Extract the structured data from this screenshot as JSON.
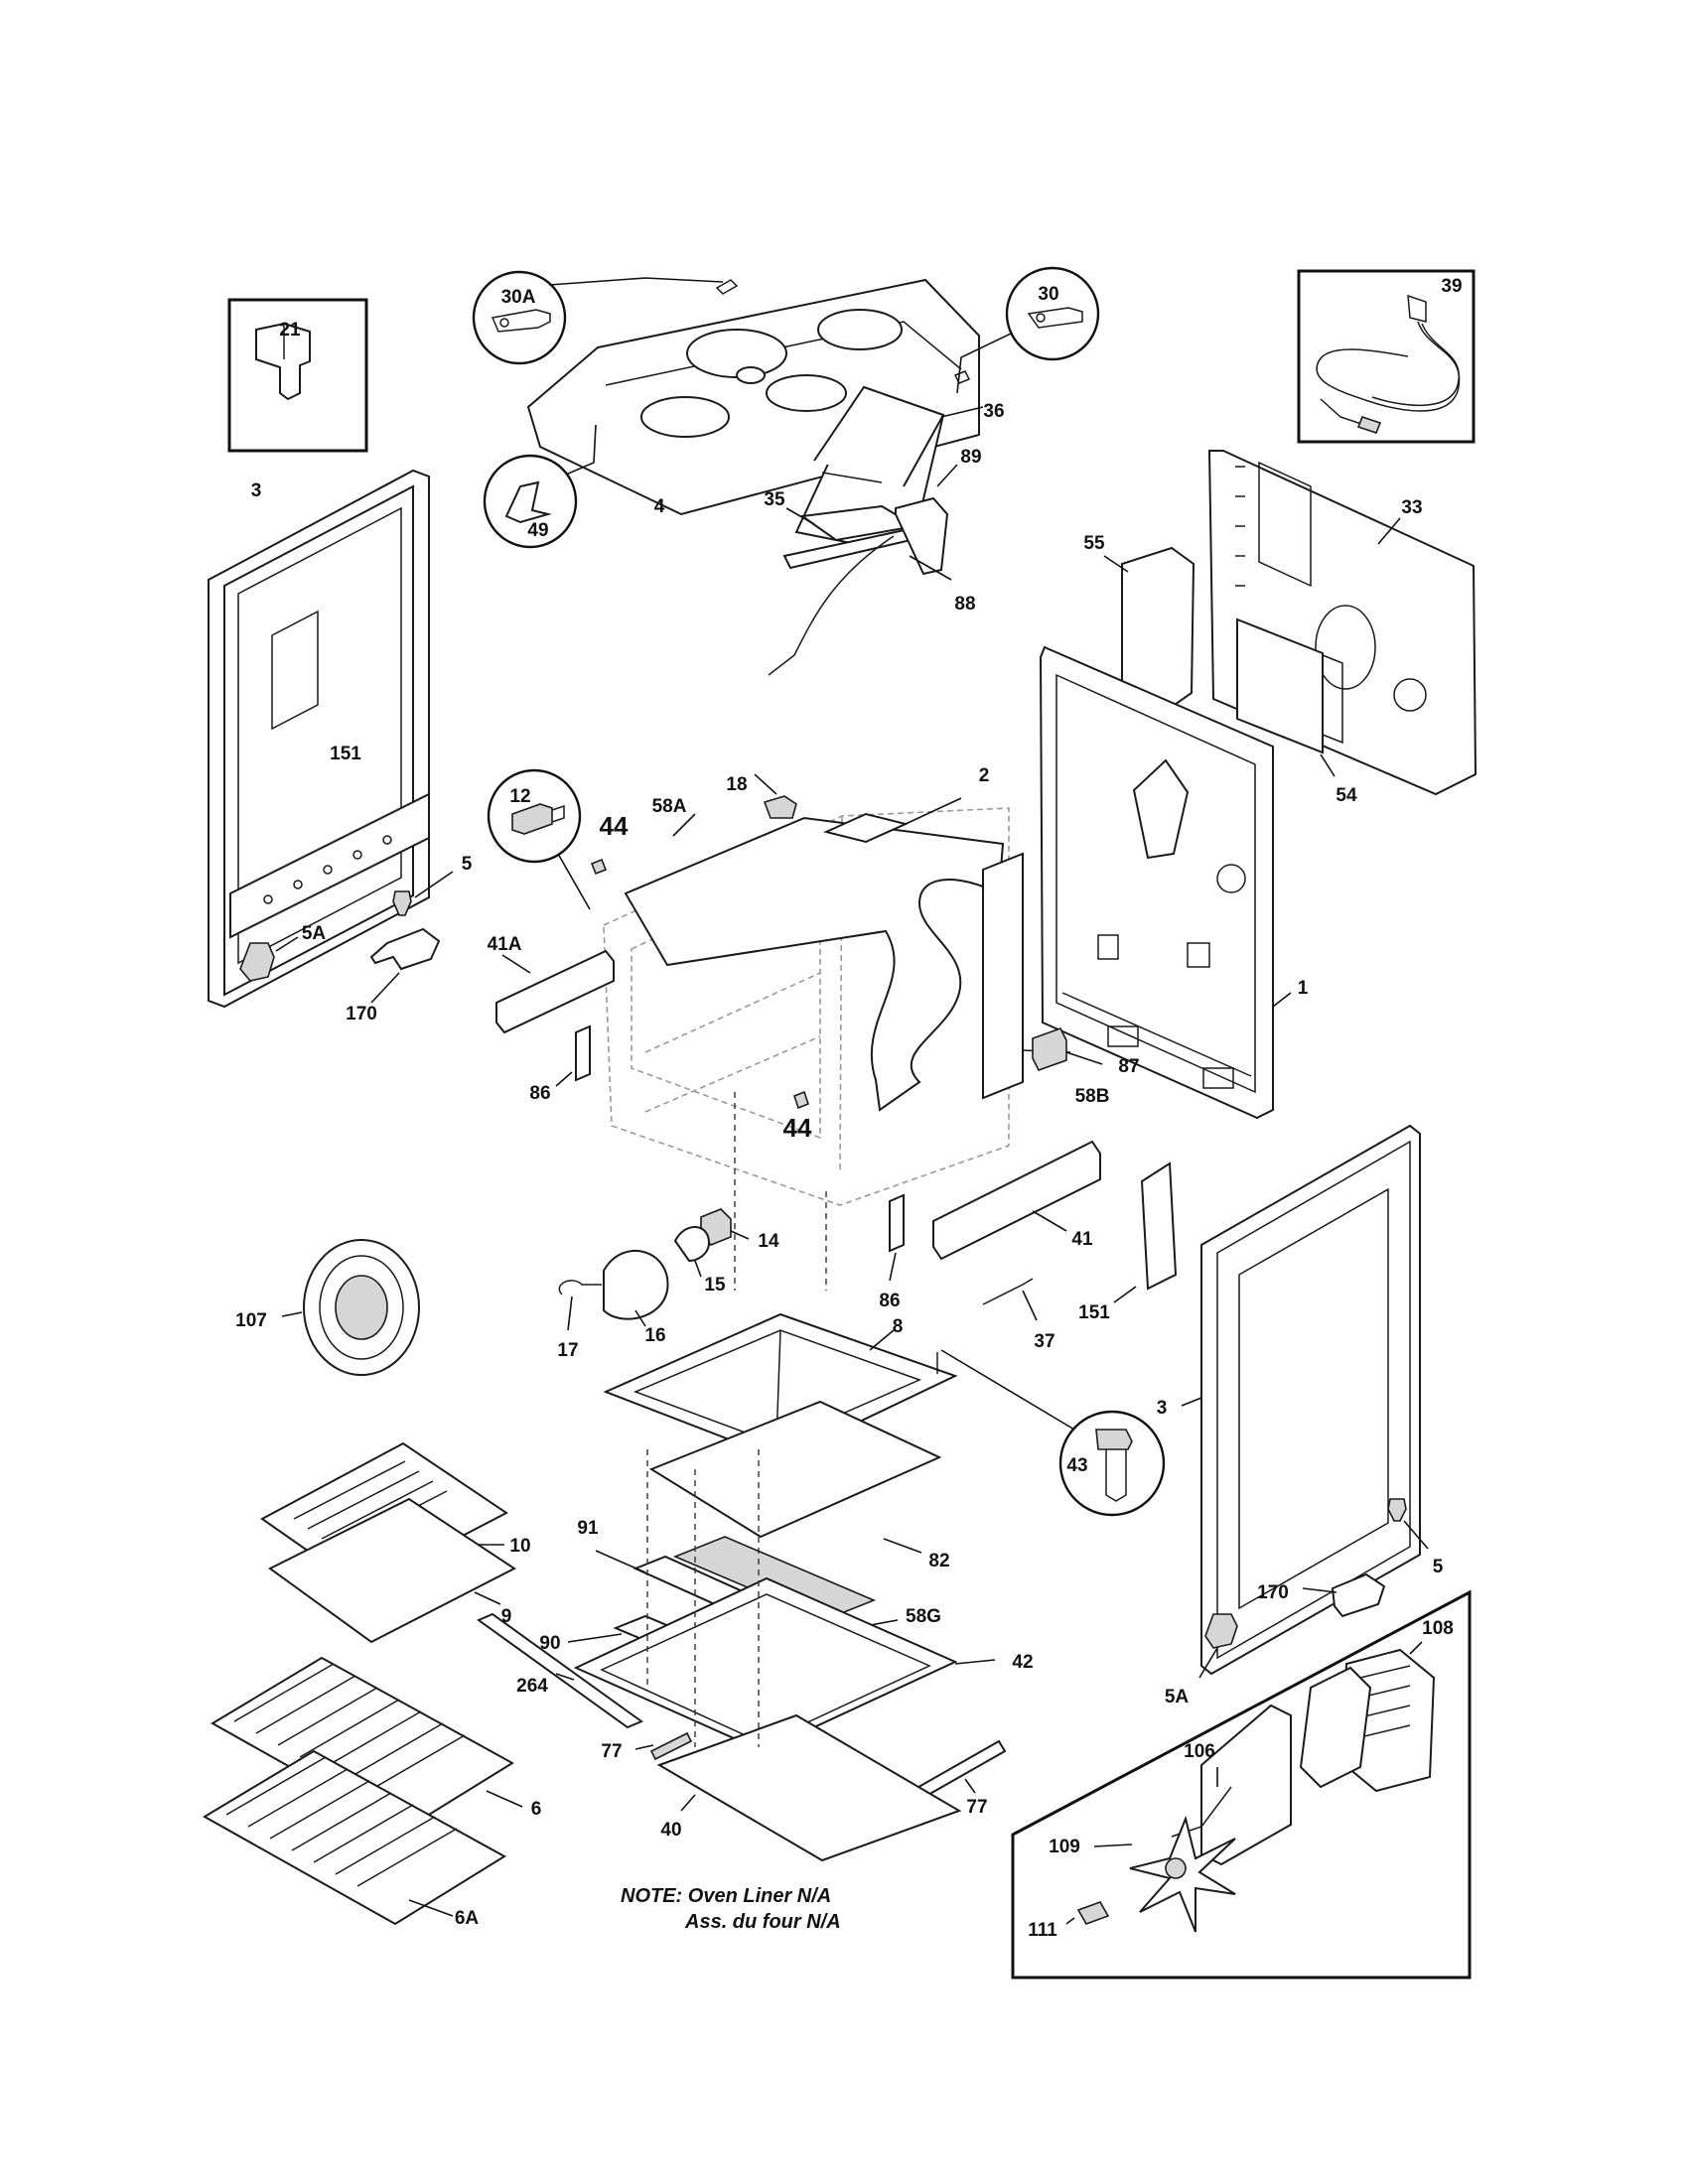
{
  "labels": {
    "l21": "21",
    "l39": "39",
    "l30A": "30A",
    "l30": "30",
    "l49": "49",
    "l4": "4",
    "l3a": "3",
    "l151a": "151",
    "l36": "36",
    "l35": "35",
    "l89": "89",
    "l88": "88",
    "l55": "55",
    "l33": "33",
    "l54": "54",
    "l12": "12",
    "l44a": "44",
    "l58A": "58A",
    "l18": "18",
    "l2": "2",
    "l1": "1",
    "l5a": "5",
    "l5Aa": "5A",
    "l170a": "170",
    "l41A": "41A",
    "l86a": "86",
    "l44b": "44",
    "l87": "87",
    "l58B": "58B",
    "l14": "14",
    "l15": "15",
    "l16": "16",
    "l17": "17",
    "l86b": "86",
    "l41": "41",
    "l151b": "151",
    "l37": "37",
    "l107": "107",
    "l8": "8",
    "l43": "43",
    "l3b": "3",
    "l10": "10",
    "l9": "9",
    "l91": "91",
    "l82": "82",
    "l58G": "58G",
    "l90": "90",
    "l42": "42",
    "l264": "264",
    "l77a": "77",
    "l77b": "77",
    "l40": "40",
    "l6": "6",
    "l6A": "6A",
    "l5b": "5",
    "l170b": "170",
    "l5Ab": "5A",
    "l108": "108",
    "l106": "106",
    "l109": "109",
    "l111": "111"
  },
  "note": {
    "line1": "NOTE: Oven Liner N/A",
    "line2": "Ass. du four N/A"
  },
  "colors": {
    "ink": "#111111",
    "paper": "#ffffff",
    "shade": "#d6d6d6"
  }
}
